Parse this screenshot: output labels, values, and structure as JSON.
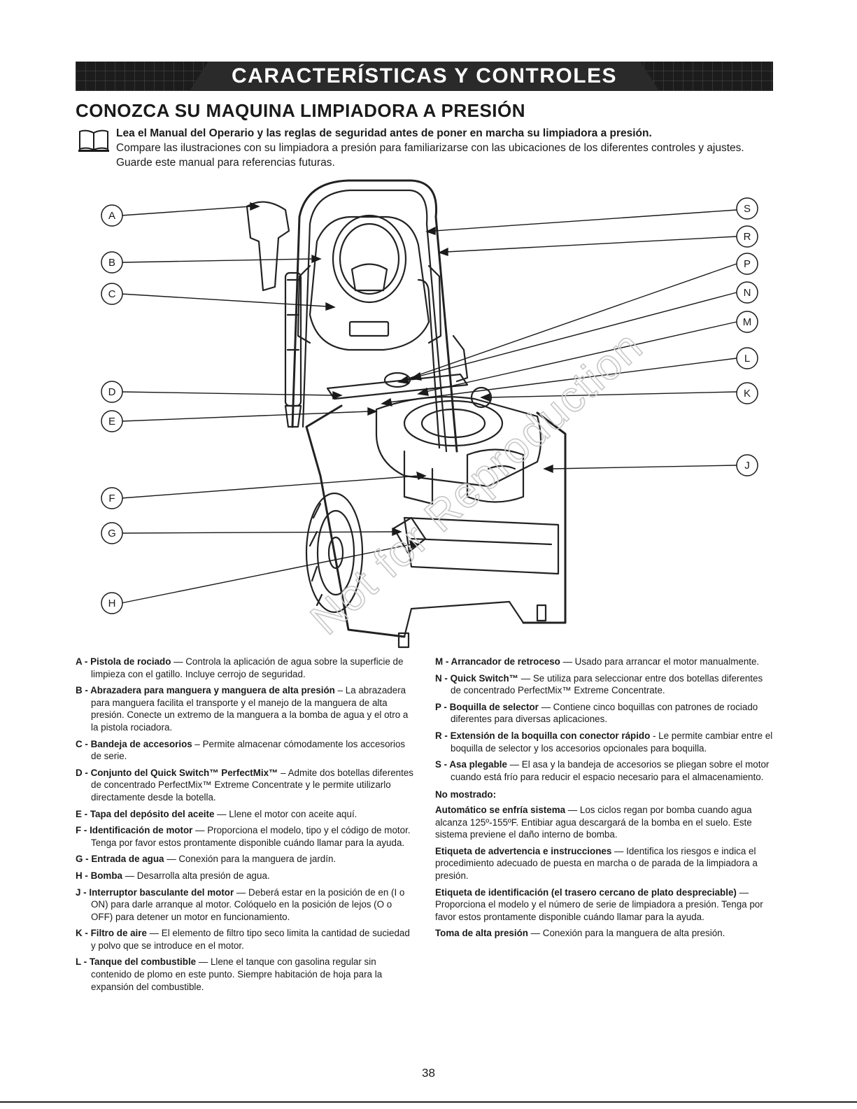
{
  "banner": {
    "title": "CARACTERÍSTICAS Y CONTROLES"
  },
  "section": {
    "title": "CONOZCA SU MAQUINA LIMPIADORA A PRESIÓN"
  },
  "intro": {
    "lead": "Lea el Manual del Operario y las reglas de seguridad antes de poner en marcha su limpiadora a presión.",
    "body": "Compare las ilustraciones con su limpiadora a presión para familiarizarse con las ubicaciones de los diferentes controles y ajustes. Guarde este manual para referencias futuras."
  },
  "figure": {
    "callouts_left": [
      "A",
      "B",
      "C",
      "D",
      "E",
      "F",
      "G",
      "H"
    ],
    "callouts_right": [
      "S",
      "R",
      "P",
      "N",
      "M",
      "L",
      "K",
      "J"
    ],
    "watermark": "Not for Reproduction"
  },
  "descriptions_left": [
    {
      "term": "A - Pistola de rociado",
      "text": " — Controla la aplicación de agua sobre la superficie de limpieza con el gatillo. Incluye cerrojo de seguridad."
    },
    {
      "term": "B - Abrazadera para manguera y manguera de alta presión",
      "text": " – La abrazadera para manguera facilita el transporte y el manejo de la manguera de alta presión. Conecte un extremo de la manguera a la bomba de agua y el otro a la pistola rociadora."
    },
    {
      "term": "C - Bandeja de accesorios",
      "text": " – Permite almacenar cómodamente los accesorios de serie."
    },
    {
      "term": "D - Conjunto del Quick Switch™ PerfectMix™",
      "text": " – Admite dos botellas diferentes de concentrado PerfectMix™ Extreme Concentrate y le permite utilizarlo directamente desde la botella."
    },
    {
      "term": "E - Tapa del depósito del aceite",
      "text": " — Llene el motor con aceite aquí."
    },
    {
      "term": "F - Identificación de motor",
      "text": " — Proporciona el modelo, tipo y el código de motor. Tenga por favor estos prontamente disponible cuándo llamar para la ayuda."
    },
    {
      "term": "G - Entrada de agua",
      "text": " — Conexión para la manguera de jardín."
    },
    {
      "term": "H - Bomba",
      "text": " — Desarrolla alta presión de agua."
    },
    {
      "term": "J - Interruptor basculante del motor",
      "text": " — Deberá estar en la posición de en (I o ON) para darle arranque al motor. Colóquelo en la posición de lejos (O o OFF) para detener un motor en funcionamiento."
    },
    {
      "term": "K - Filtro de aire",
      "text": " — El elemento de filtro tipo seco limita la cantidad de suciedad y polvo que se introduce en el motor."
    },
    {
      "term": "L - Tanque del combustible",
      "text": " — Llene el tanque con gasolina regular sin contenido de plomo en este punto. Siempre habitación de hoja para la expansión del combustible."
    }
  ],
  "descriptions_right": [
    {
      "term": "M - Arrancador de retroceso",
      "text": " — Usado para arrancar el motor manualmente."
    },
    {
      "term": "N - Quick Switch™",
      "text": " — Se utiliza para seleccionar entre dos botellas diferentes de concentrado PerfectMix™ Extreme Concentrate."
    },
    {
      "term": "P - Boquilla de selector",
      "text": " — Contiene cinco boquillas con patrones de rociado diferentes para diversas aplicaciones."
    },
    {
      "term": "R - Extensión de la boquilla con conector rápido",
      "text": " - Le permite cambiar entre el boquilla de selector y los accesorios opcionales para boquilla."
    },
    {
      "term": "S - Asa plegable",
      "text": " — El asa y la bandeja de accesorios se pliegan sobre el motor cuando está frío para reducir el espacio necesario para el almacenamiento."
    }
  ],
  "not_shown": {
    "heading": "No mostrado:",
    "items": [
      {
        "term": "Automático se enfría sistema",
        "text": " — Los ciclos regan por bomba cuando agua alcanza 125º-155ºF. Entibiar agua descargará de la bomba en el suelo. Este sistema previene el daño interno de bomba."
      },
      {
        "term": "Etiqueta de advertencia e instrucciones",
        "text": " — Identifica los riesgos e indica el procedimiento adecuado de puesta en marcha o de parada de la limpiadora a presión."
      },
      {
        "term": "Etiqueta de identificación (el trasero cercano de plato despreciable)",
        "text": " — Proporciona el modelo y el número de serie de limpiadora a presión. Tenga por favor estos prontamente disponible cuándo llamar para la ayuda."
      },
      {
        "term": "Toma de alta presión",
        "text": " — Conexión para la manguera de alta presión."
      }
    ]
  },
  "footer": {
    "page_number": "38"
  }
}
